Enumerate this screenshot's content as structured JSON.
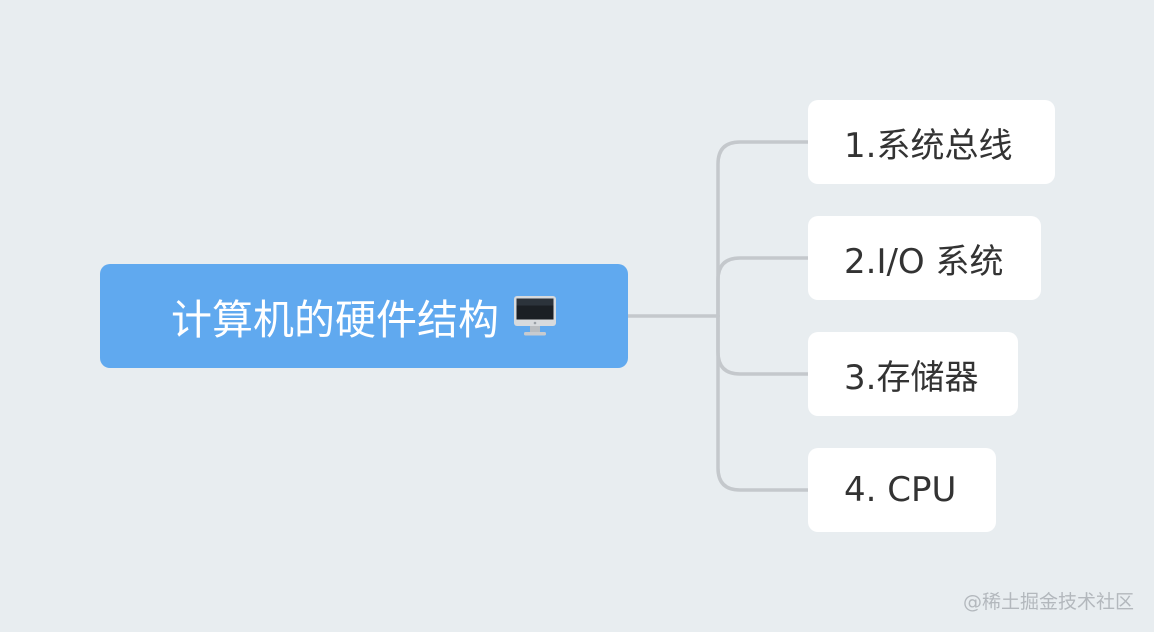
{
  "mindmap": {
    "root": {
      "label": "计算机的硬件结构",
      "icon": "desktop-computer-icon"
    },
    "children": [
      {
        "label": "1.系统总线"
      },
      {
        "label": "2.I/O 系统"
      },
      {
        "label": "3.存储器"
      },
      {
        "label": "4. CPU"
      }
    ]
  },
  "colors": {
    "background": "#e8edf0",
    "root_fill": "#60a9ef",
    "child_fill": "#ffffff",
    "connector": "#c4c8cc",
    "child_text": "#333333"
  },
  "watermark": {
    "text": "@稀土掘金技术社区"
  }
}
